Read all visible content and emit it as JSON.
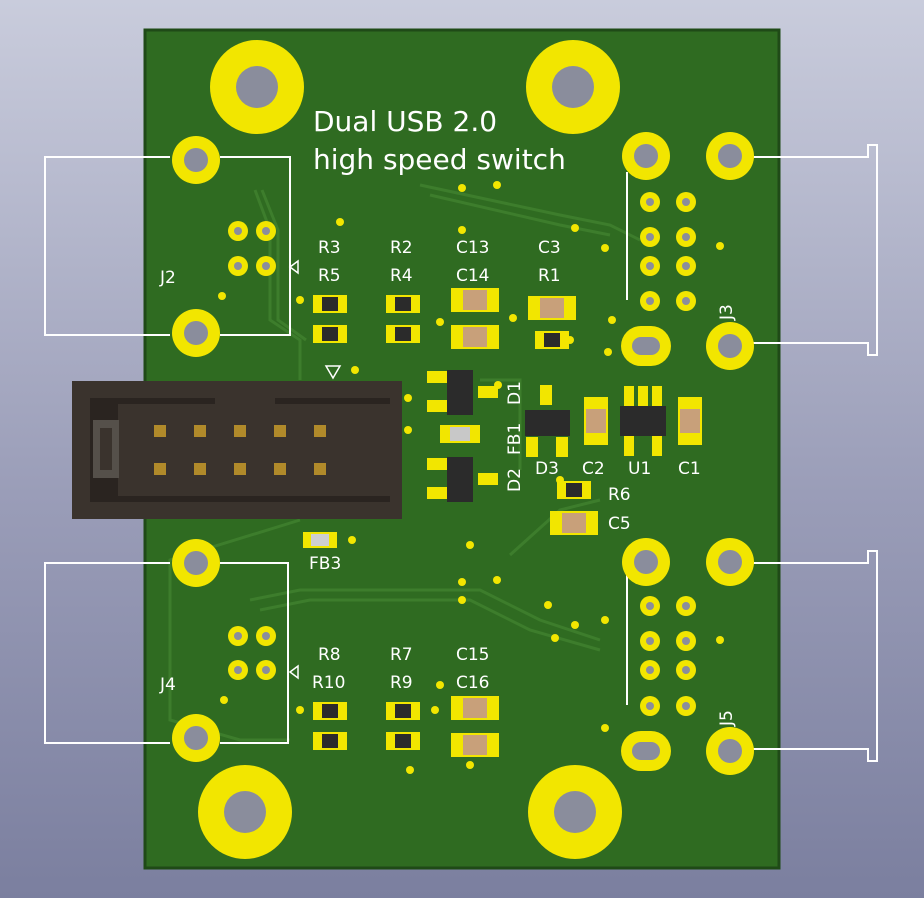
{
  "board": {
    "title_line1": "Dual USB 2.0",
    "title_line2": "high speed switch"
  },
  "connectors": {
    "j2": "J2",
    "j3": "J3",
    "j4": "J4",
    "j5": "J5"
  },
  "components": {
    "r1": "R1",
    "r2": "R2",
    "r3": "R3",
    "r4": "R4",
    "r5": "R5",
    "r6": "R6",
    "r7": "R7",
    "r8": "R8",
    "r9": "R9",
    "r10": "R10",
    "c1": "C1",
    "c2": "C2",
    "c3": "C3",
    "c5": "C5",
    "c13": "C13",
    "c14": "C14",
    "c15": "C15",
    "c16": "C16",
    "d1": "D1",
    "d2": "D2",
    "d3": "D3",
    "fb1": "FB1",
    "fb3": "FB3",
    "u1": "U1"
  },
  "colors": {
    "board": "#2f6b21",
    "pad": "#f2e600",
    "hole": "#8a8d9c",
    "silk": "#ffffff",
    "header_body": "#3a332d"
  }
}
